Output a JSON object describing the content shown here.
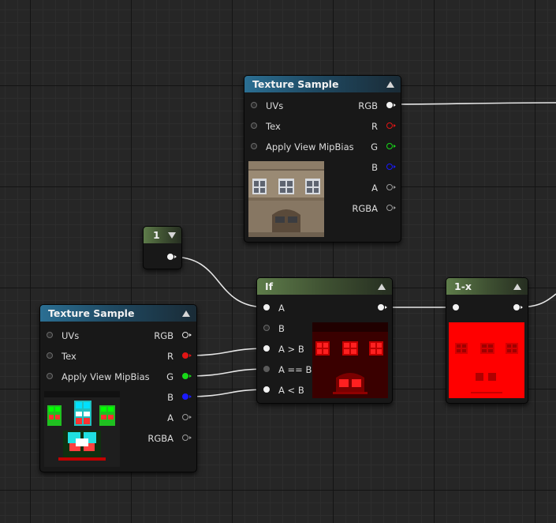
{
  "nodes": {
    "texture_sample_top": {
      "title": "Texture Sample",
      "inputs": [
        "UVs",
        "Tex",
        "Apply View MipBias"
      ],
      "outputs": [
        "RGB",
        "R",
        "G",
        "B",
        "A",
        "RGBA"
      ]
    },
    "texture_sample_bottom": {
      "title": "Texture Sample",
      "inputs": [
        "UVs",
        "Tex",
        "Apply View MipBias"
      ],
      "outputs": [
        "RGB",
        "R",
        "G",
        "B",
        "A",
        "RGBA"
      ]
    },
    "constant": {
      "title": "1"
    },
    "if_node": {
      "title": "If",
      "inputs": [
        "A",
        "B",
        "A > B",
        "A == B",
        "A < B"
      ]
    },
    "one_minus": {
      "title": "1-x"
    }
  },
  "colors": {
    "red_pin": "#e01515",
    "green_pin": "#18d818",
    "blue_pin": "#1a1aff",
    "wire": "#e8e8e8"
  }
}
